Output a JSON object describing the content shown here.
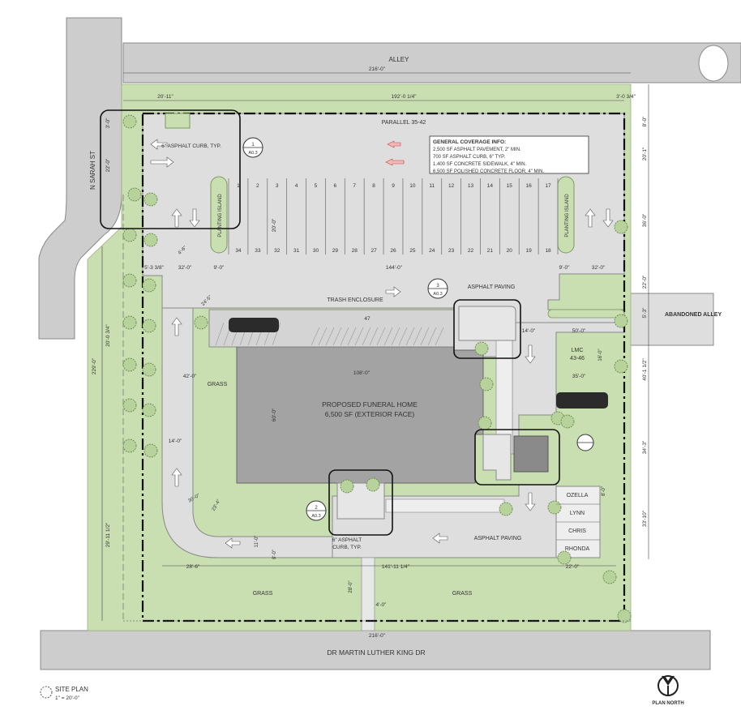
{
  "streets": {
    "alley": "ALLEY",
    "sarah": "N SARAH ST",
    "mlk": "DR MARTIN LUTHER KING DR",
    "abandoned_alley": "ABANDONED ALLEY"
  },
  "dimensions": {
    "top_overall": "216'-0\"",
    "top_left": "20'-11\"",
    "top_mid": "192'-0 1/4\"",
    "top_right": "3'-0 3/4\"",
    "right_1": "8'-0\"",
    "right_2": "20'-1\"",
    "right_3": "36'-0\"",
    "right_4": "22'-0\"",
    "right_5": "5'-3\"",
    "right_6": "40'-1 1/2\"",
    "right_7": "34'-3\"",
    "right_8": "33'-10\"",
    "left_overall": "229'-0\"",
    "left_inner": "20'-0 3/4\"",
    "left_lower": "29'-11 1/2\"",
    "left_top": "3'-0\"",
    "left_top2": "22'-0\"",
    "mid_144": "144'-0\"",
    "row_5_38": "5'-3 3/8\"",
    "row_32": "32'-0\"",
    "row_9": "9'-0\"",
    "row_9b": "9'-0\"",
    "row_32b": "32'-0\"",
    "stall_20": "20'-0\"",
    "d_4_6": "4'-6\"",
    "d_24_5": "24'-5\"",
    "building_width": "108'-0\"",
    "building_depth": "60'-0\"",
    "d_14_0": "14'-0\"",
    "d_50": "50'-0\"",
    "d_35": "35'-0\"",
    "d_42": "42'-0\"",
    "d_14b": "14'-0\"",
    "d_16": "16'-0\"",
    "d_30": "30'-0\"",
    "d_23_4": "23'-4\"",
    "d_11": "11'-0\"",
    "d_28_6": "28'-6\"",
    "d_8": "8'-0\"",
    "d_141": "141'-11 1/4\"",
    "d_22": "22'-0\"",
    "d_28b": "28'-0\"",
    "d_4_0": "4'-0\"",
    "d_8_0r": "8'-0\"",
    "bottom_overall": "216'-0\""
  },
  "labels": {
    "parallel": "PARALLEL 35-42",
    "asphalt_curb_top": "6\" ASPHALT CURB, TYP.",
    "planting_island_left": "PLANTING ISLAND",
    "planting_island_right": "PLANTING ISLAND",
    "trash": "TRASH ENCLOSURE",
    "asphalt_paving_top": "ASPHALT PAVING",
    "asphalt_paving_bottom": "ASPHALT PAVING",
    "lmc": "LMC",
    "lmc_range": "43-46",
    "grass_left": "GRASS",
    "grass_bottom_left": "GRASS",
    "grass_bottom_right": "GRASS",
    "building_line1": "PROPOSED FUNERAL HOME",
    "building_line2": "6,500 SF (EXTERIOR FACE)",
    "asphalt_curb_bottom1": "6\" ASPHALT",
    "asphalt_curb_bottom2": "CURB, TYP.",
    "stall_47": "47"
  },
  "reserved": [
    "OZELLA",
    "LYNN",
    "CHRIS",
    "RHONDA"
  ],
  "top_stalls": [
    "1",
    "2",
    "3",
    "4",
    "5",
    "6",
    "7",
    "8",
    "9",
    "10",
    "11",
    "12",
    "13",
    "14",
    "15",
    "16",
    "17"
  ],
  "bottom_stalls": [
    "34",
    "33",
    "32",
    "31",
    "30",
    "29",
    "28",
    "27",
    "26",
    "25",
    "24",
    "23",
    "22",
    "21",
    "20",
    "19",
    "18"
  ],
  "callouts": {
    "c1_num": "1",
    "c1_ref": "A0.3",
    "c2_num": "2",
    "c2_ref": "A0.3",
    "c3_num": "3",
    "c3_ref": "A0.3"
  },
  "coverage": {
    "title": "GENERAL COVERAGE INFO:",
    "items": [
      "2,500 SF ASPHALT PAVEMENT, 2\" MIN.",
      "700 SF ASPHALT CURB, 6\" TYP.",
      "1,400 SF CONCRETE SIDEWALK, 4\" MIN.",
      "6,500 SF POLISHED CONCRETE FLOOR, 4\" MIN."
    ]
  },
  "title_block": {
    "title": "SITE PLAN",
    "scale": "1\" = 20'-0\"",
    "north": "PLAN NORTH"
  },
  "colors": {
    "grass": "#c9dfb1",
    "paving": "#dedede",
    "road": "#cdcdcd",
    "building": "#a3a3a3",
    "property_line": "#111111"
  }
}
